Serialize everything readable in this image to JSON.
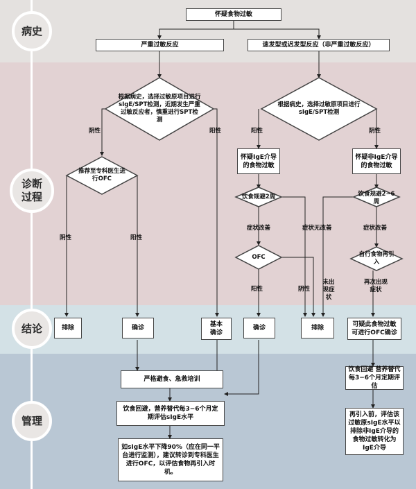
{
  "stages": {
    "history": "病史",
    "diagnosis": "诊断过程",
    "conclusion": "结论",
    "management": "管理"
  },
  "nodes": {
    "suspected": "怀疑食物过敏",
    "severe": "严重过敏反应",
    "delayed": "速发型或迟发型反应（非严重过敏反应）",
    "diamond_left": "根据病史，选择过敏原项目进行sIgE/SPT检测，近期发生严重过敏反应者，慎重进行SPT检测",
    "diamond_right": "根据病史，选择过敏原项目进行sIgE/SPT检测",
    "ofc_referral": "推荐至专科医生进行OFC",
    "suspect_ige": "怀疑IgE介导的食物过敏",
    "suspect_non_ige": "怀疑非IgE介导的食物过敏",
    "avoid_2wk": "饮食规避2周",
    "avoid_2_6wk": "饮食规避2−6周",
    "ofc": "OFC",
    "reintroduce": "自行食物再引入",
    "exclude_left": "排除",
    "confirm_left": "确诊",
    "basic_confirm": "基本确诊",
    "confirm_mid": "确诊",
    "exclude_right": "排除",
    "may_allergy": "可疑此食物过敏可进行OFC确诊",
    "strict_avoid": "严格避食、急救培训",
    "diet_back": "饮食回避，营养替代每3−6个月定期评估sIgE水平",
    "sige_drop": "如sIgE水平下降90%（应在同一平台进行监测），建议转诊到专科医生进行OFC，以评估食物再引入时机。",
    "diet_back_right": "饮食回避 营养替代每3−6个月定期评估",
    "reintro_eval": "再引入前，评估该过敏原sIgE水平以排除非IgE介导的食物过敏转化为IgE介导"
  },
  "labels": {
    "neg1": "阴性",
    "pos1": "阳性",
    "neg2": "阴性",
    "pos2": "阳性",
    "neg3": "阴性",
    "pos3": "阳性",
    "symptom_improve1": "症状改善",
    "no_improve": "症状无改善",
    "symptom_improve2": "症状改善",
    "pos4": "阳性",
    "neg4": "阴性",
    "no_symptom": "未出现症状",
    "symptom_again": "再次出现症状"
  }
}
